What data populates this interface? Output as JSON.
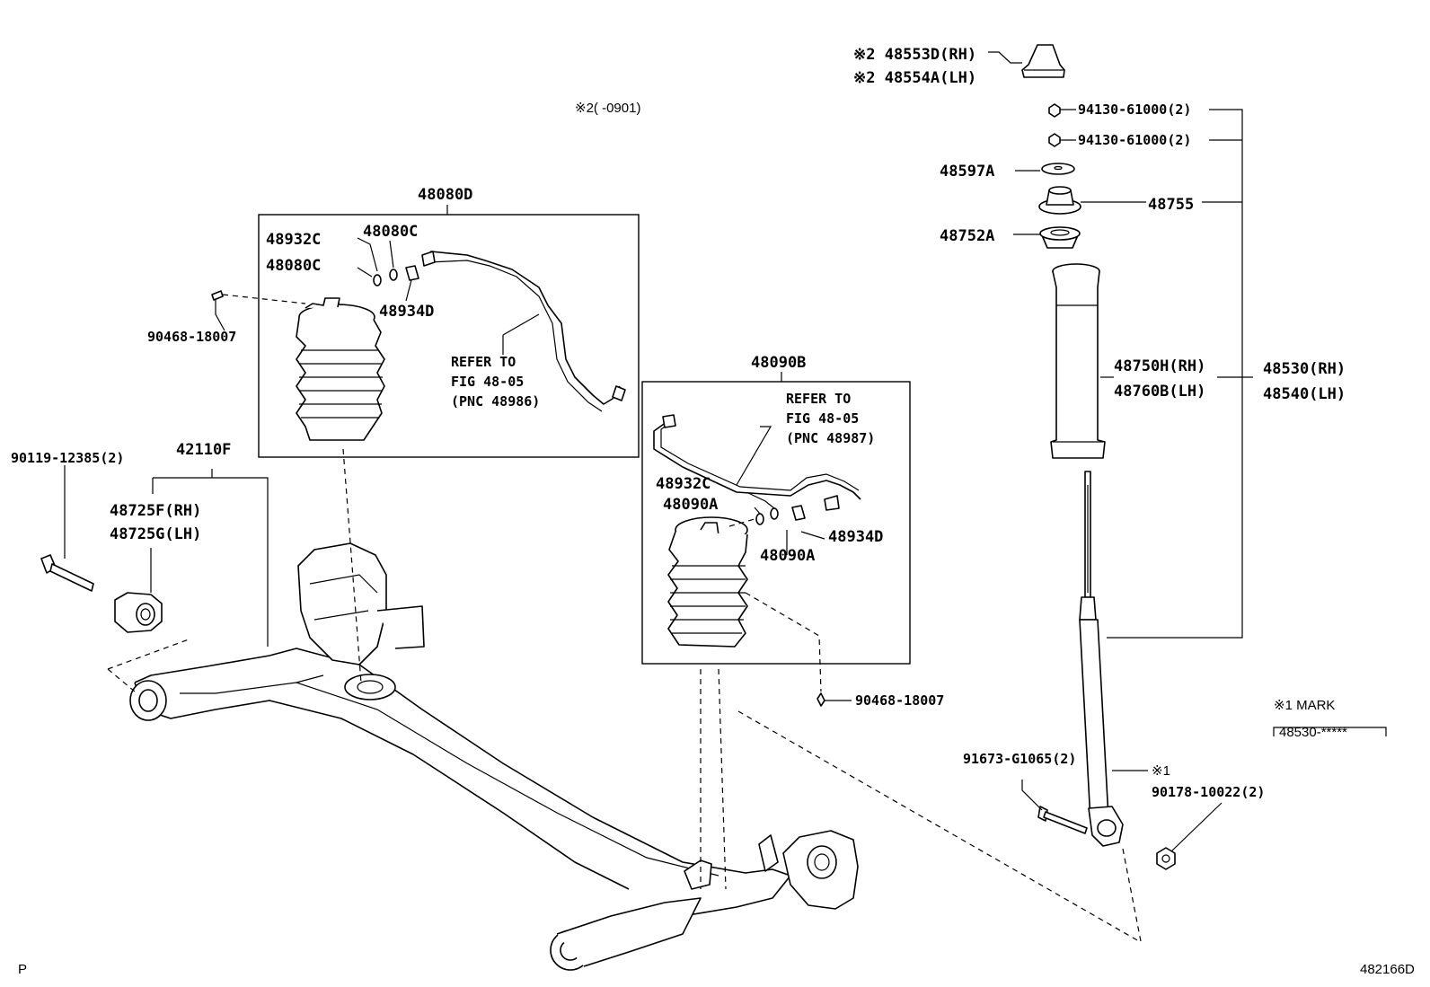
{
  "labels": {
    "bumpstop_rh": "※2 48553D(RH)",
    "bumpstop_lh": "※2 48554A(LH)",
    "note_0901": "※2(      -0901)",
    "nut_1": "94130-61000(2)",
    "nut_2": "94130-61000(2)",
    "p48597a": "48597A",
    "p48755": "48755",
    "p48752a": "48752A",
    "p48750h": "48750H(RH)",
    "p48760b": "48760B(LH)",
    "p48530": "48530(RH)",
    "p48540": "48540(LH)",
    "p48080d": "48080D",
    "p48932c_l": "48932C",
    "p48080c_top": "48080C",
    "p48080c_left": "48080C",
    "p48934d_l": "48934D",
    "p90468_l": "90468-18007",
    "refer_l_1": "REFER TO",
    "refer_l_2": "FIG 48-05",
    "refer_l_3": "(PNC 48986)",
    "p48090b": "48090B",
    "refer_r_1": "REFER TO",
    "refer_r_2": "FIG 48-05",
    "refer_r_3": "(PNC 48987)",
    "p48932c_r": "48932C",
    "p48090a_l": "48090A",
    "p48934d_r": "48934D",
    "p48090a_r": "48090A",
    "p90468_r": "90468-18007",
    "p90119": "90119-12385(2)",
    "p42110f": "42110F",
    "p48725f": "48725F(RH)",
    "p48725g": "48725G(LH)",
    "mark_title": "※1 MARK",
    "mark_value": "48530-*****",
    "p91673": "91673-G1065(2)",
    "mark_ref": "※1",
    "p90178": "90178-10022(2)",
    "corner_p": "P",
    "figure_id": "482166D"
  }
}
